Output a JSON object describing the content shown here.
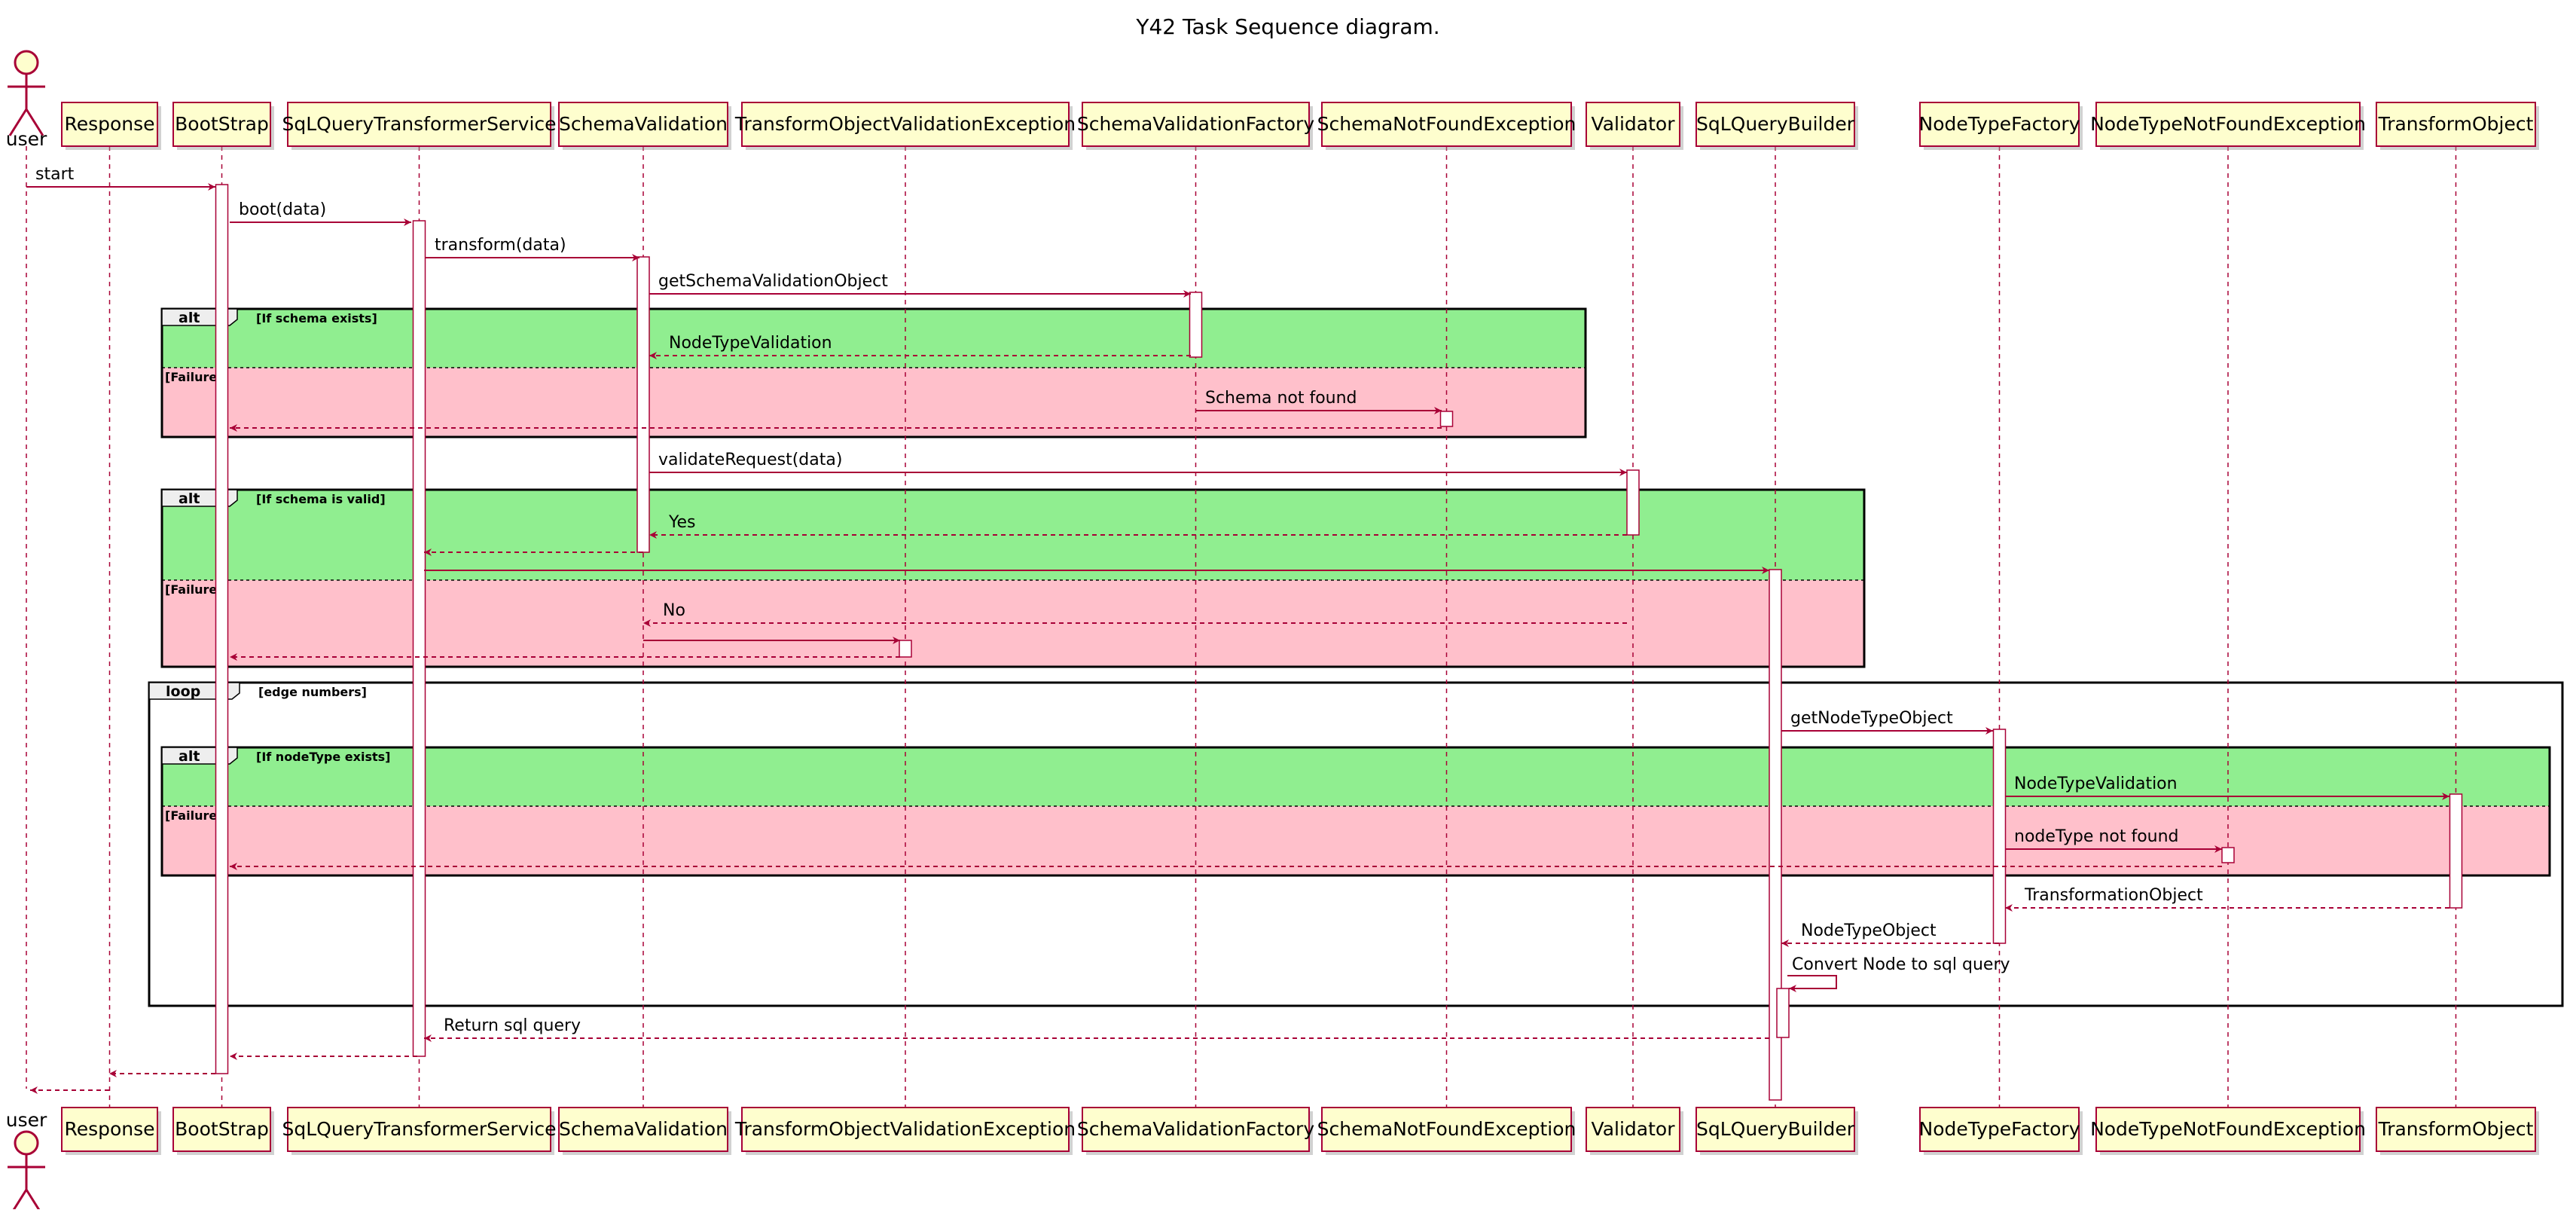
{
  "title": "Y42 Task Sequence diagram.",
  "colors": {
    "line": "#A80036",
    "participant_fill": "#FEFECE",
    "alt_success": "#90EE90",
    "alt_failure": "#FFC0CB",
    "frame_header": "#EEEEEE"
  },
  "actor": {
    "label": "user",
    "icon": "stick-figure-actor-icon"
  },
  "participants": [
    "Response",
    "BootStrap",
    "SqLQueryTransformerService",
    "SchemaValidation",
    "TransformObjectValidationException",
    "SchemaValidationFactory",
    "SchemaNotFoundException",
    "Validator",
    "SqLQueryBuilder",
    "NodeTypeFactory",
    "NodeTypeNotFoundException",
    "TransformObject"
  ],
  "fragments": [
    {
      "kind": "alt",
      "condition": "[If schema exists]",
      "else_label": "[Failure]"
    },
    {
      "kind": "alt",
      "condition": "[If schema is valid]",
      "else_label": "[Failure]"
    },
    {
      "kind": "loop",
      "condition": "[edge numbers]"
    },
    {
      "kind": "alt",
      "condition": "[If nodeType exists]",
      "else_label": "[Failure]"
    }
  ],
  "messages": [
    {
      "from": "user",
      "to": "BootStrap",
      "label": "start",
      "style": "solid"
    },
    {
      "from": "BootStrap",
      "to": "SqLQueryTransformerService",
      "label": "boot(data)",
      "style": "solid"
    },
    {
      "from": "SqLQueryTransformerService",
      "to": "SchemaValidation",
      "label": "transform(data)",
      "style": "solid"
    },
    {
      "from": "SchemaValidation",
      "to": "SchemaValidationFactory",
      "label": "getSchemaValidationObject",
      "style": "solid"
    },
    {
      "from": "SchemaValidationFactory",
      "to": "SchemaValidation",
      "label": "NodeTypeValidation",
      "style": "dashed"
    },
    {
      "from": "SchemaValidationFactory",
      "to": "SchemaNotFoundException",
      "label": "Schema not found",
      "style": "solid"
    },
    {
      "from": "SchemaNotFoundException",
      "to": "BootStrap",
      "label": "",
      "style": "dashed"
    },
    {
      "from": "SchemaValidation",
      "to": "Validator",
      "label": "validateRequest(data)",
      "style": "solid"
    },
    {
      "from": "Validator",
      "to": "SchemaValidation",
      "label": "Yes",
      "style": "dashed"
    },
    {
      "from": "SchemaValidation",
      "to": "SqLQueryTransformerService",
      "label": "",
      "style": "dashed"
    },
    {
      "from": "SqLQueryTransformerService",
      "to": "SqLQueryBuilder",
      "label": "",
      "style": "solid"
    },
    {
      "from": "Validator",
      "to": "SchemaValidation",
      "label": "No",
      "style": "dashed"
    },
    {
      "from": "SchemaValidation",
      "to": "TransformObjectValidationException",
      "label": "",
      "style": "solid"
    },
    {
      "from": "TransformObjectValidationException",
      "to": "BootStrap",
      "label": "",
      "style": "dashed"
    },
    {
      "from": "SqLQueryBuilder",
      "to": "NodeTypeFactory",
      "label": "getNodeTypeObject",
      "style": "solid"
    },
    {
      "from": "NodeTypeFactory",
      "to": "TransformObject",
      "label": "NodeTypeValidation",
      "style": "solid"
    },
    {
      "from": "NodeTypeFactory",
      "to": "NodeTypeNotFoundException",
      "label": "nodeType not found",
      "style": "solid"
    },
    {
      "from": "NodeTypeNotFoundException",
      "to": "BootStrap",
      "label": "",
      "style": "dashed"
    },
    {
      "from": "TransformObject",
      "to": "NodeTypeFactory",
      "label": "TransformationObject",
      "style": "dashed"
    },
    {
      "from": "NodeTypeFactory",
      "to": "SqLQueryBuilder",
      "label": "NodeTypeObject",
      "style": "dashed"
    },
    {
      "from": "SqLQueryBuilder",
      "to": "SqLQueryBuilder",
      "label": "Convert Node to sql query",
      "style": "solid"
    },
    {
      "from": "SqLQueryBuilder",
      "to": "SqLQueryTransformerService",
      "label": "Return sql query",
      "style": "dashed"
    },
    {
      "from": "SqLQueryTransformerService",
      "to": "BootStrap",
      "label": "",
      "style": "dashed"
    },
    {
      "from": "BootStrap",
      "to": "Response",
      "label": "",
      "style": "dashed"
    },
    {
      "from": "Response",
      "to": "user",
      "label": "",
      "style": "dashed"
    }
  ]
}
